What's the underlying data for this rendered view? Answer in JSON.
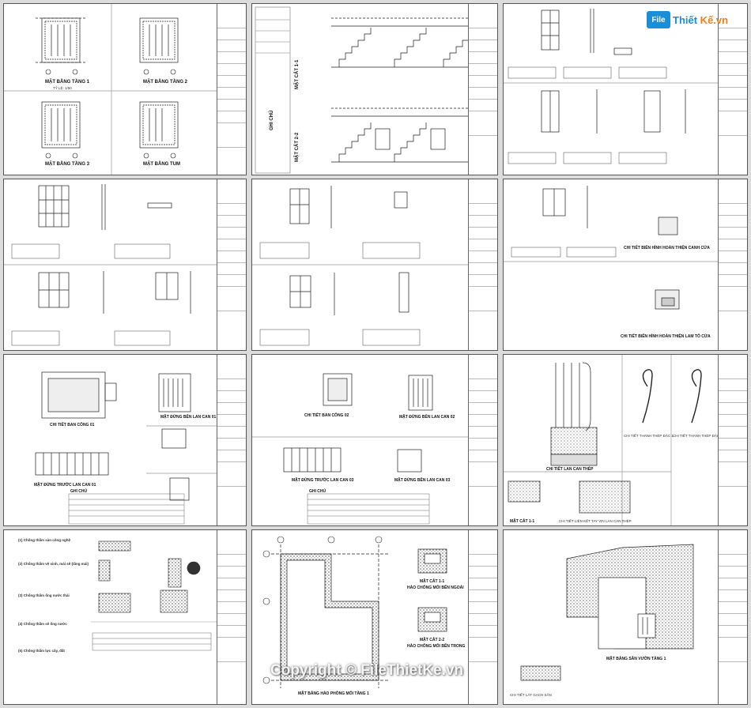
{
  "logo": {
    "mark": "File",
    "text_a": "Thiết",
    "text_b": " Kế.vn"
  },
  "watermark": "Copyright © FileThietKe.vn",
  "sheet1": {
    "plan1": "MẶT BẰNG TẦNG 1",
    "plan2": "MẶT BẰNG TẦNG 2",
    "plan3": "MẶT BẰNG TẦNG 3",
    "plan4": "MẶT BẰNG TUM",
    "scale": "TỶ LỆ: 1/50"
  },
  "sheet2": {
    "section1": "MẶT CẮT 1-1",
    "section2": "MẶT CẮT 2-2",
    "notes": "GHI CHÚ"
  },
  "sheet6": {
    "detail1": "CHI TIẾT BIÊN HÌNH HOÀN THIỆN CANH CỬA",
    "detail2": "CHI TIẾT BIÊN HÌNH HOÀN THIỆN LAM TÔ CỬA"
  },
  "sheet7": {
    "gate": "CHI TIẾT BAN CÔNG 01",
    "front": "MẶT ĐỨNG TRƯỚC LAN CAN 01",
    "side": "MẶT ĐỨNG BÊN LAN CAN 01",
    "notes": "GHI CHÚ"
  },
  "sheet8": {
    "gate": "CHI TIẾT BAN CÔNG 02",
    "side": "MẶT ĐỨNG BÊN LAN CAN 02",
    "front": "MẶT ĐỨNG TRƯỚC LAN CAN 03",
    "side2": "MẶT ĐỨNG BÊN LAN CAN 03",
    "notes": "GHI CHÚ"
  },
  "sheet9": {
    "railing": "CHI TIẾT LAN CAN THÉP",
    "section": "MẶT CẮT 1-1",
    "handrail": "CHI TIẾT LIÊN KẾT TAY VỊN LAN CAN THÉP",
    "detail_a": "CHI TIẾT THANH THÉP ĐẶC 1",
    "detail_b": "CHI TIẾT THANH THÉP ĐẶC 2"
  },
  "sheet10": {
    "h1": "(1) Chống thấm sàn công nghệ",
    "h2": "(2) Chống thấm vệ sinh, mái sê (tầng mái)",
    "h3": "(3) Chống thấm ống nước thải",
    "h4": "(4) Chống thấm sê ống nước",
    "h5": "(5) Chống thấm lực cây, đất"
  },
  "sheet11": {
    "plan": "MẶT BẰNG HÀO PHÒNG MỐI TẦNG 1",
    "sec1": "MẶT CẮT 1-1",
    "sec1b": "HÀO CHỐNG MỐI BÊN NGOÀI",
    "sec2": "MẶT CẮT 2-2",
    "sec2b": "HÀO CHỐNG MỐI BÊN TRONG"
  },
  "sheet12": {
    "plan": "MẶT BẰNG SÂN VƯỜN TẦNG 1",
    "note": "CHI TIẾT LÁT GẠCH SÂN"
  }
}
